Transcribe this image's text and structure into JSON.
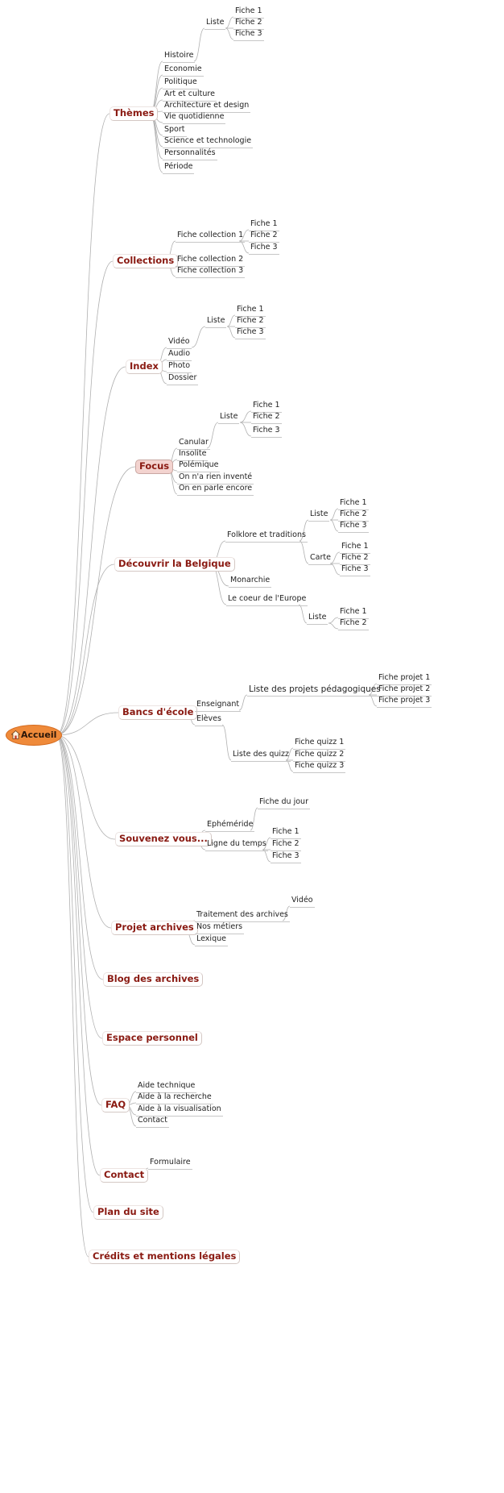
{
  "root": {
    "label": "Accueil",
    "icon": "home-icon"
  },
  "branches": {
    "themes": {
      "label": "Thèmes",
      "liste": "Liste",
      "fiches": [
        "Fiche 1",
        "Fiche 2",
        "Fiche 3"
      ],
      "items": [
        "Histoire",
        "Economie",
        "Politique",
        "Art et culture",
        "Architecture et design",
        "Vie quotidienne",
        "Sport",
        "Science et technologie",
        "Personnalités",
        "Période"
      ]
    },
    "collections": {
      "label": "Collections",
      "items": [
        "Fiche collection 1",
        "Fiche collection 2",
        "Fiche collection 3"
      ],
      "fiches": [
        "Fiche 1",
        "Fiche 2",
        "Fiche 3"
      ]
    },
    "index": {
      "label": "Index",
      "liste": "Liste",
      "fiches": [
        "Fiche 1",
        "Fiche 2",
        "Fiche 3"
      ],
      "items": [
        "Vidéo",
        "Audio",
        "Photo",
        "Dossier"
      ]
    },
    "focus": {
      "label": "Focus",
      "liste": "Liste",
      "fiches": [
        "Fiche 1",
        "Fiche 2",
        "Fiche 3"
      ],
      "items": [
        "Canular",
        "Insolite",
        "Polémique",
        "On n'a rien inventé",
        "On en parle encore"
      ]
    },
    "belgique": {
      "label": "Découvrir la Belgique",
      "folklore": "Folklore et traditions",
      "liste": "Liste",
      "carte": "Carte",
      "liste_fiches": [
        "Fiche 1",
        "Fiche 2",
        "Fiche 3"
      ],
      "carte_fiches": [
        "Fiche 1",
        "Fiche 2",
        "Fiche 3"
      ],
      "monarchie": "Monarchie",
      "coeur": "Le coeur de l'Europe",
      "coeur_liste": "Liste",
      "coeur_fiches": [
        "Fiche 1",
        "Fiche 2"
      ]
    },
    "bancs": {
      "label": "Bancs d'école",
      "enseignant": "Enseignant",
      "projets": "Liste des projets pédagogiques",
      "projet_fiches": [
        "Fiche projet 1",
        "Fiche projet 2",
        "Fiche projet 3"
      ],
      "eleves": "Elèves",
      "quizz": "Liste des quizz",
      "quizz_fiches": [
        "Fiche quizz 1",
        "Fiche quizz 2",
        "Fiche quizz 3"
      ]
    },
    "souvenez": {
      "label": "Souvenez vous...",
      "ephemeride": "Ephéméride",
      "jour": "Fiche du jour",
      "ligne": "Ligne du temps",
      "fiches": [
        "Fiche 1",
        "Fiche 2",
        "Fiche 3"
      ]
    },
    "projet": {
      "label": "Projet archives",
      "traitement": "Traitement des archives",
      "video": "Vidéo",
      "metiers": "Nos métiers",
      "lexique": "Lexique"
    },
    "blog": {
      "label": "Blog des archives"
    },
    "espace": {
      "label": "Espace personnel"
    },
    "faq": {
      "label": "FAQ",
      "items": [
        "Aide technique",
        "Aide à la recherche",
        "Aide à la visualisation",
        "Contact"
      ]
    },
    "contact": {
      "label": "Contact",
      "formulaire": "Formulaire"
    },
    "plan": {
      "label": "Plan du site"
    },
    "credits": {
      "label": "Crédits et mentions légales"
    }
  },
  "colors": {
    "root_fill": "#ef8a3a",
    "branch_text": "#8a1a12",
    "focus_highlight": "#f3d3cf",
    "connector": "#b0b0b0"
  }
}
